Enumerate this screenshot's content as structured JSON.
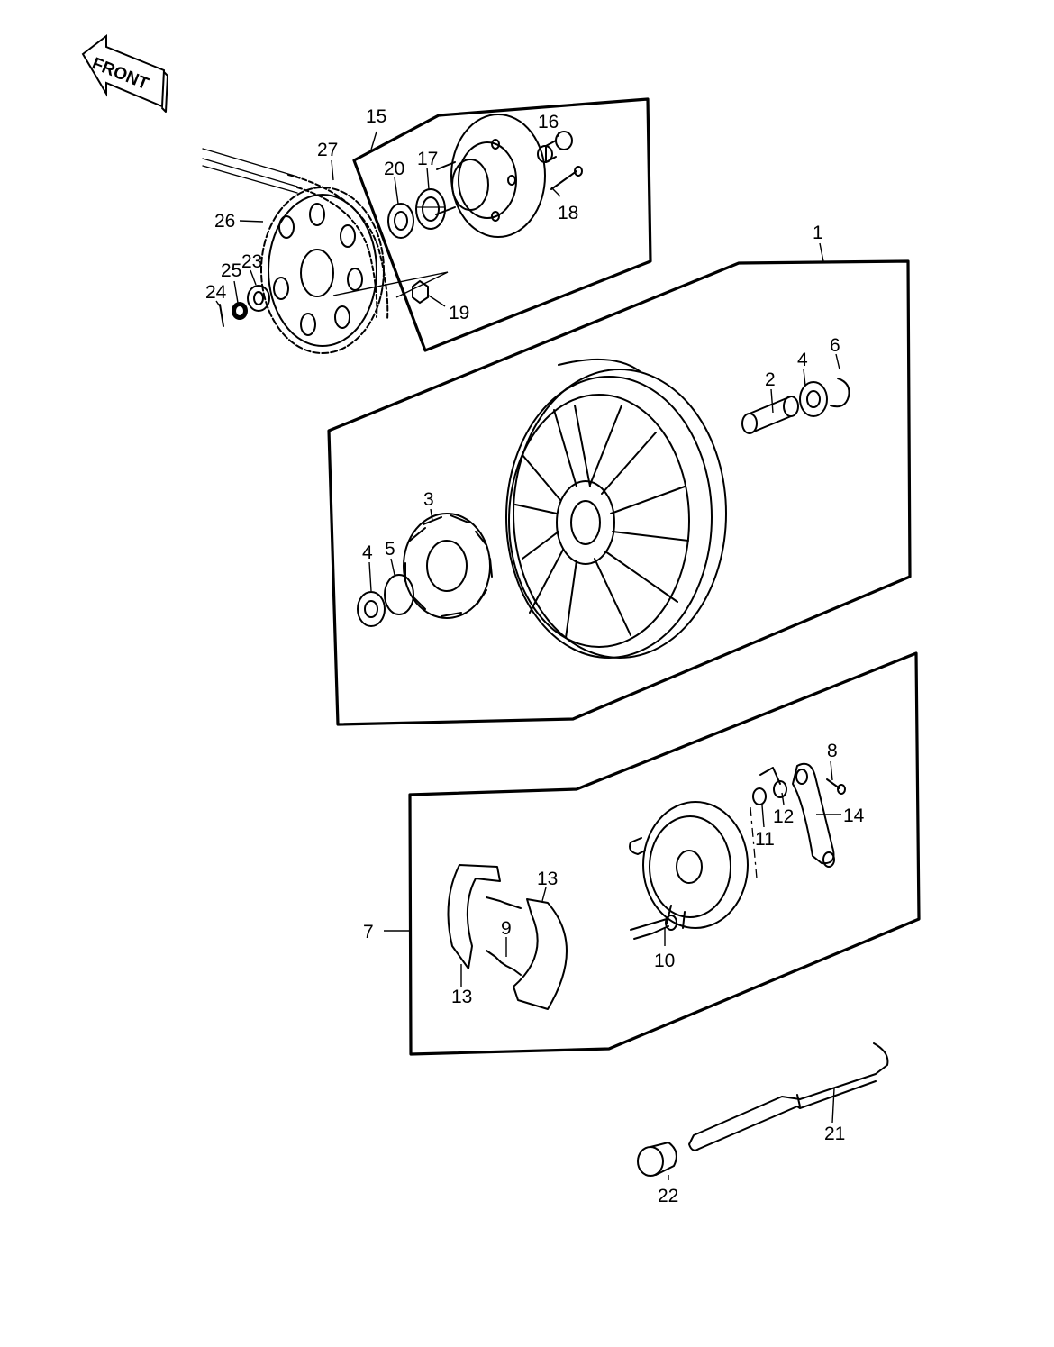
{
  "front_arrow": {
    "label": "FRONT"
  },
  "callouts": [
    {
      "id": "1",
      "text": "1"
    },
    {
      "id": "2",
      "text": "2"
    },
    {
      "id": "3",
      "text": "3"
    },
    {
      "id": "4a",
      "text": "4"
    },
    {
      "id": "4b",
      "text": "4"
    },
    {
      "id": "5",
      "text": "5"
    },
    {
      "id": "6",
      "text": "6"
    },
    {
      "id": "7",
      "text": "7"
    },
    {
      "id": "8",
      "text": "8"
    },
    {
      "id": "9",
      "text": "9"
    },
    {
      "id": "10",
      "text": "10"
    },
    {
      "id": "11",
      "text": "11"
    },
    {
      "id": "12",
      "text": "12"
    },
    {
      "id": "13a",
      "text": "13"
    },
    {
      "id": "13b",
      "text": "13"
    },
    {
      "id": "14",
      "text": "14"
    },
    {
      "id": "15",
      "text": "15"
    },
    {
      "id": "16",
      "text": "16"
    },
    {
      "id": "17",
      "text": "17"
    },
    {
      "id": "18",
      "text": "18"
    },
    {
      "id": "19",
      "text": "19"
    },
    {
      "id": "20",
      "text": "20"
    },
    {
      "id": "21",
      "text": "21"
    },
    {
      "id": "22",
      "text": "22"
    },
    {
      "id": "23",
      "text": "23"
    },
    {
      "id": "24",
      "text": "24"
    },
    {
      "id": "25",
      "text": "25"
    },
    {
      "id": "26",
      "text": "26"
    },
    {
      "id": "27",
      "text": "27"
    }
  ],
  "colors": {
    "ink": "#000000",
    "paper": "#ffffff"
  }
}
